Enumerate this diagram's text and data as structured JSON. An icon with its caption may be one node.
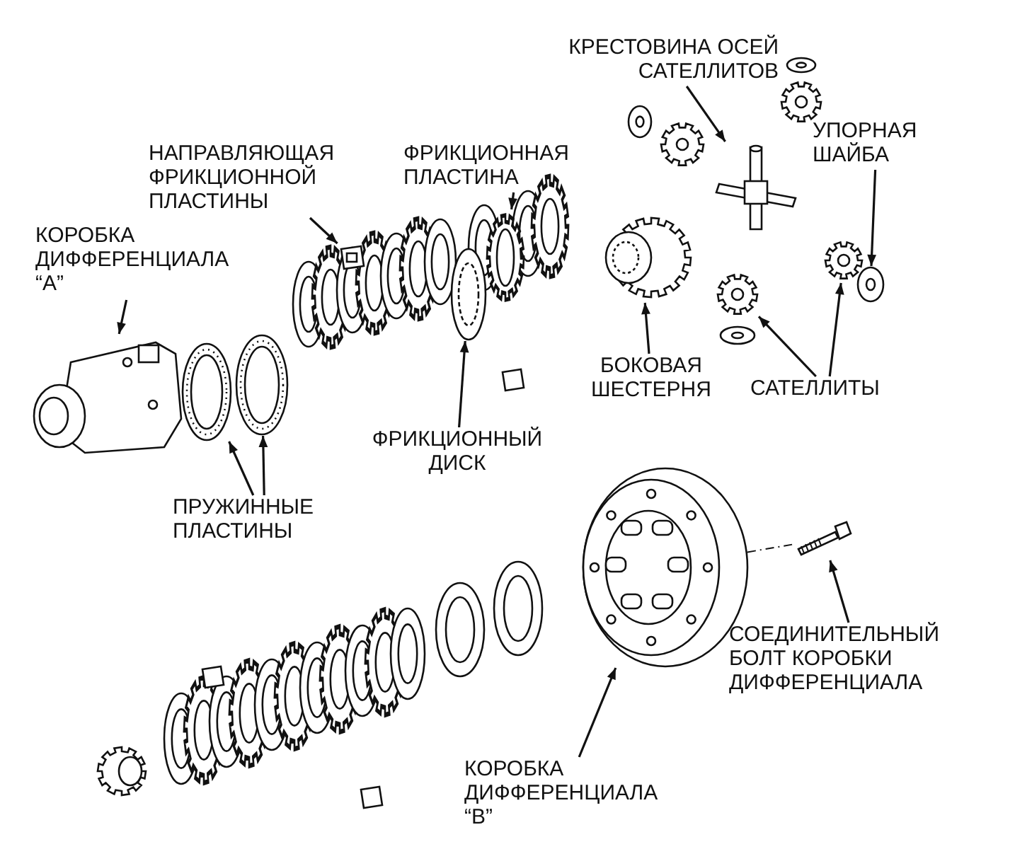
{
  "diagram": {
    "nodes": [
      {
        "text": [
          "КРЕСТОВИНА ОСЕЙ САТЕЛЛИТОВ"
        ]
      },
      {
        "text": [],
        "shape": "picture"
      },
      {
        "text": [
          "НАПРАВЛЯЮЩАЯ ФРИКЦИОННОЙ ПЛАСТИНЫ"
        ]
      },
      {
        "text": [],
        "shape": "picture"
      },
      {
        "text": [
          "ФРИКЦИОННАЯ ПЛАСТИНА"
        ]
      },
      {
        "text": [],
        "shape": "picture"
      },
      {
        "text": [
          "УПОРНАЯ ШАЙБА"
        ]
      },
      {
        "text": [],
        "shape": "picture"
      },
      {
        "text": [
          "КОРОБКА ДИФФЕРЕНЦИАЛА “A”"
        ]
      },
      {
        "text": [],
        "shape": "picture"
      },
      {
        "text": [
          "БОКОВАЯ ШЕСТЕРНЯ"
        ]
      },
      {
        "text": [],
        "shape": "picture"
      },
      {
        "text": [
          "САТЕЛЛИТЫ"
        ]
      },
      {
        "text": [],
        "shape": "picture"
      },
      {
        "text": [],
        "shape": "picture"
      },
      {
        "text": [
          "ПРУЖИННЫЕ ПЛАСТИНЫ"
        ]
      },
      {
        "text": [],
        "shape": "picture"
      },
      {
        "text": [],
        "shape": "picture"
      },
      {
        "text": [
          "ФРИКЦИОННЫЙ ДИСК"
        ]
      },
      {
        "text": [],
        "shape": "picture"
      },
      {
        "text": [
          "СОЕДИНИТЕЛЬНЫЙ БОЛТ КОРОБКИ ДИФФЕРЕНЦИАЛА"
        ]
      },
      {
        "text": [],
        "shape": "picture"
      },
      {
        "text": [
          "КОРОБКА ДИФФЕРЕНЦИАЛА “B”"
        ]
      },
      {
        "text": [],
        "shape": "picture"
      }
    ],
    "edges": [
      {
        "from": 0,
        "to": 1,
        "arrow": "to"
      },
      {
        "from": 2,
        "to": 3,
        "arrow": "to"
      },
      {
        "from": 4,
        "to": 5,
        "arrow": "to"
      },
      {
        "from": 6,
        "to": 7,
        "arrow": "to"
      },
      {
        "from": 8,
        "to": 9,
        "arrow": "to"
      },
      {
        "from": 10,
        "to": 11,
        "arrow": "to"
      },
      {
        "from": 12,
        "to": 13,
        "arrow": "to"
      },
      {
        "from": 12,
        "to": 14,
        "arrow": "to"
      },
      {
        "from": 15,
        "to": 16,
        "arrow": "to"
      },
      {
        "from": 15,
        "to": 17,
        "arrow": "to"
      },
      {
        "from": 18,
        "to": 19,
        "arrow": "to"
      },
      {
        "from": 20,
        "to": 21,
        "arrow": "to"
      },
      {
        "from": 22,
        "to": 23,
        "arrow": "to"
      },
      {
        "from": 23,
        "to": 21,
        "arrow": "none",
        "style": "dashed"
      }
    ]
  }
}
